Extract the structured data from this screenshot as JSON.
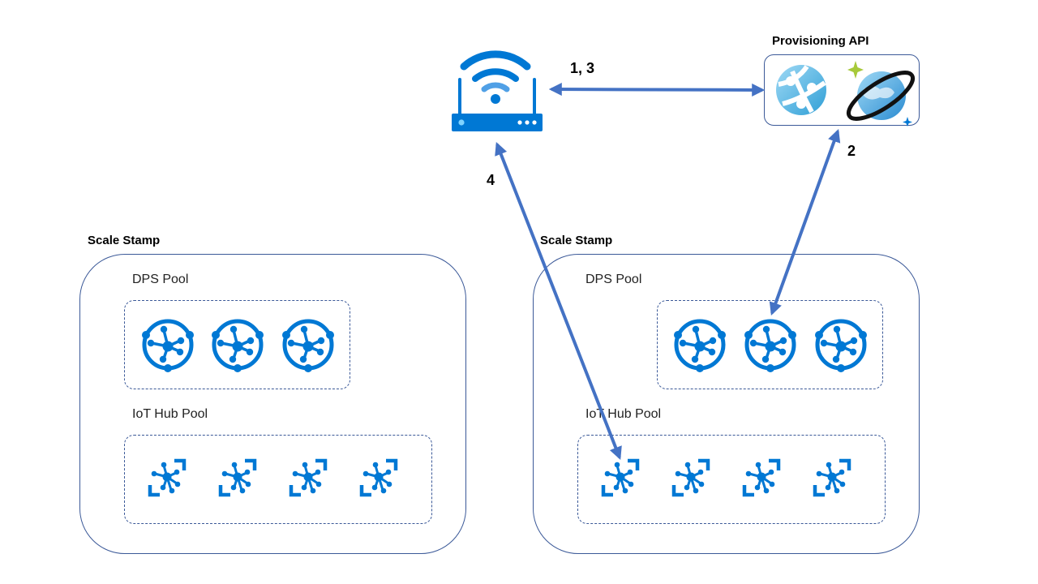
{
  "router": {
    "icon": "wifi-router-icon"
  },
  "provisioning_api": {
    "label": "Provisioning API",
    "icons": [
      "app-service-icon",
      "cosmos-db-icon"
    ]
  },
  "steps": {
    "step_1_3": "1, 3",
    "step_2": "2",
    "step_4": "4"
  },
  "stamps": [
    {
      "label": "Scale Stamp",
      "dps_pool_label": "DPS Pool",
      "iot_hub_pool_label": "IoT Hub Pool",
      "dps_icon": "dps-icon",
      "iot_hub_icon": "iot-hub-icon"
    },
    {
      "label": "Scale Stamp",
      "dps_pool_label": "DPS Pool",
      "iot_hub_pool_label": "IoT Hub Pool",
      "dps_icon": "dps-icon",
      "iot_hub_icon": "iot-hub-icon"
    }
  ],
  "colors": {
    "arrow": "#4472c4",
    "icon_blue": "#0078d4",
    "box_border": "#3b5998"
  }
}
